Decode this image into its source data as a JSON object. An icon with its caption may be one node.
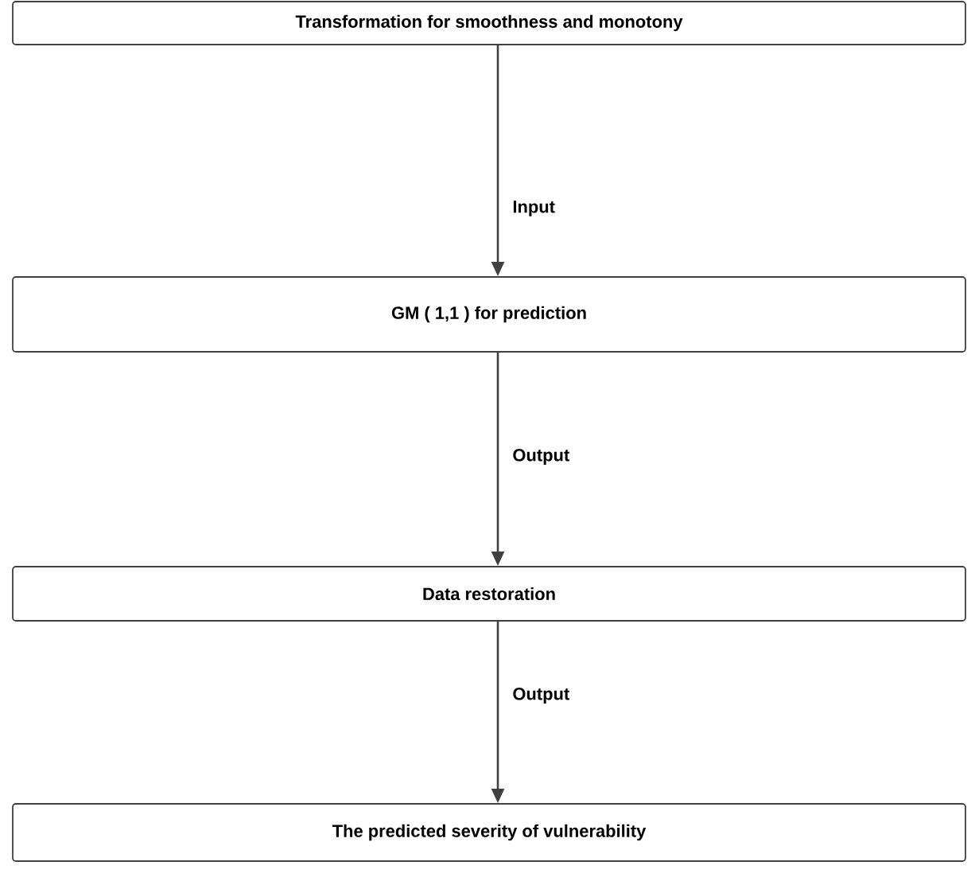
{
  "diagram": {
    "nodes": [
      {
        "text": [
          "Transformation for smoothness  and monotony"
        ]
      },
      {
        "text": [
          "GM ( 1,1 )  for prediction"
        ]
      },
      {
        "text": [
          "Data restoration"
        ]
      },
      {
        "text": [
          "The predicted severity of vulnerability"
        ]
      }
    ],
    "edges": [
      {
        "from": 0,
        "to": 1,
        "arrow": "to",
        "label": "Input"
      },
      {
        "from": 1,
        "to": 2,
        "arrow": "to",
        "label": "Output"
      },
      {
        "from": 2,
        "to": 3,
        "arrow": "to",
        "label": "Output"
      }
    ]
  }
}
